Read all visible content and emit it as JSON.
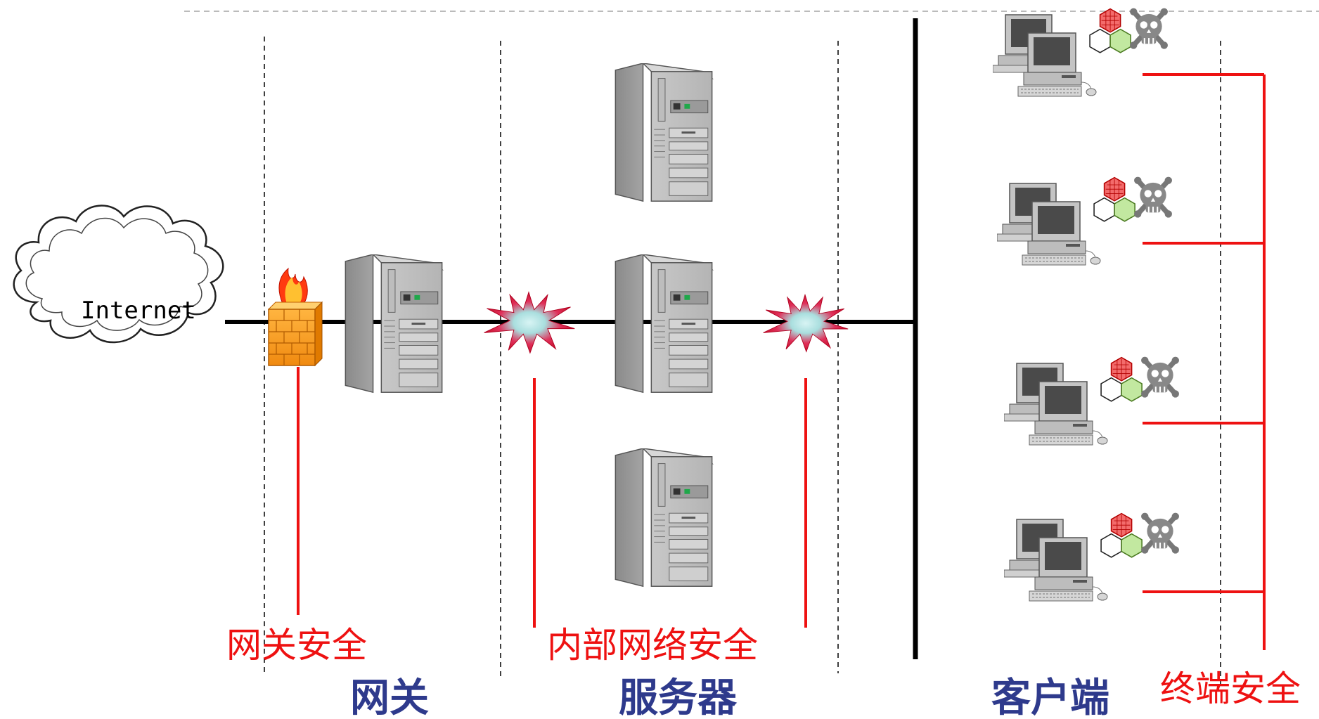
{
  "nodes": {
    "internet": "Internet"
  },
  "labels": {
    "gateway_security": "网关安全",
    "internal_network_security": "内部网络安全",
    "endpoint_security": "终端安全",
    "gateway": "网关",
    "servers": "服务器",
    "clients": "客户端"
  },
  "colors": {
    "security_red": "#ee1111",
    "zone_blue": "#2e3a8c",
    "backbone": "#000000"
  },
  "icons": [
    "cloud-icon",
    "firewall-icon",
    "server-icon",
    "intrusion-burst-icon",
    "workstation-icon",
    "virus-skull-icon"
  ]
}
